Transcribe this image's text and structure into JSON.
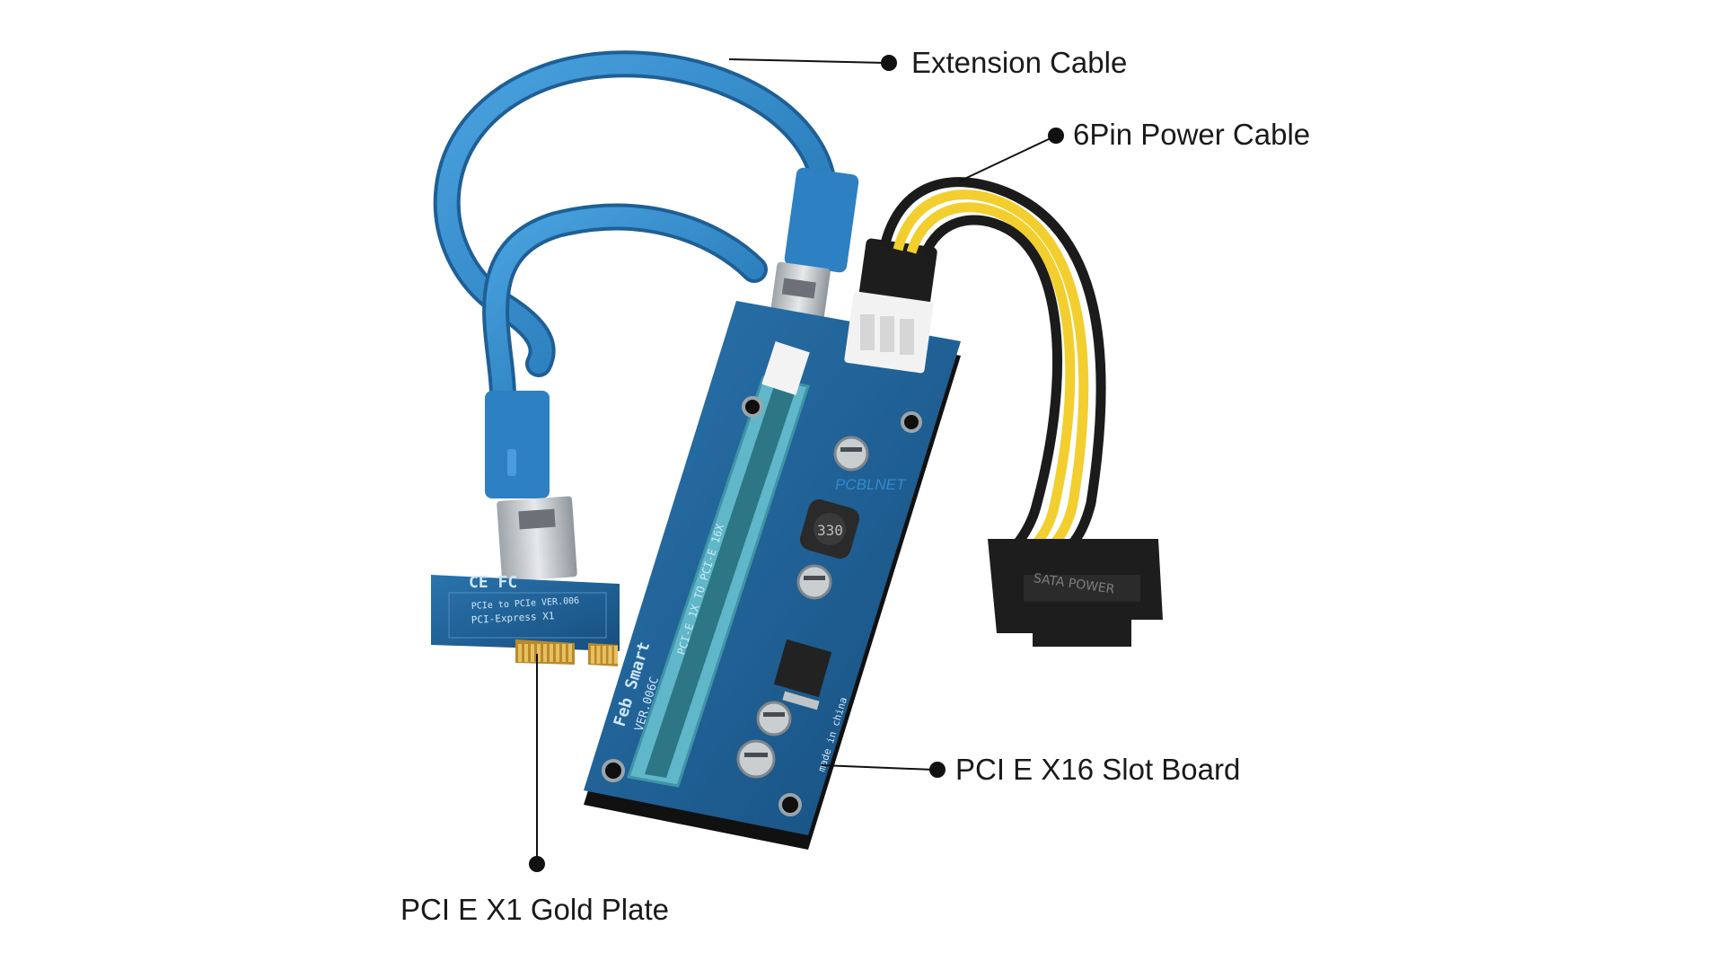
{
  "callouts": {
    "extension_cable": "Extension Cable",
    "power_cable": "6Pin Power Cable",
    "slot_board": "PCI E X16 Slot Board",
    "gold_plate": "PCI E X1 Gold Plate"
  },
  "board_text": {
    "brand": "Feb Smart",
    "version": "VER.006C",
    "slot_desc": "PCI-E 1X TO PCI-E 16X",
    "made_in": "made in china",
    "adapter_line1": "PCIe to PCIe VER.006",
    "adapter_line2": "PCI-Express X1",
    "adapter_marks": "CE FC",
    "sata_label": "SATA POWER",
    "inductor": "330",
    "watermark": "PCBLNET"
  },
  "colors": {
    "cable": "#2f86c9",
    "pcb": "#1f5f93",
    "slot": "#5fb7c9",
    "gold": "#d8a847",
    "wire_yellow": "#f2cf2e",
    "wire_black": "#1b1b1b",
    "connector_black": "#1d1d1d"
  }
}
